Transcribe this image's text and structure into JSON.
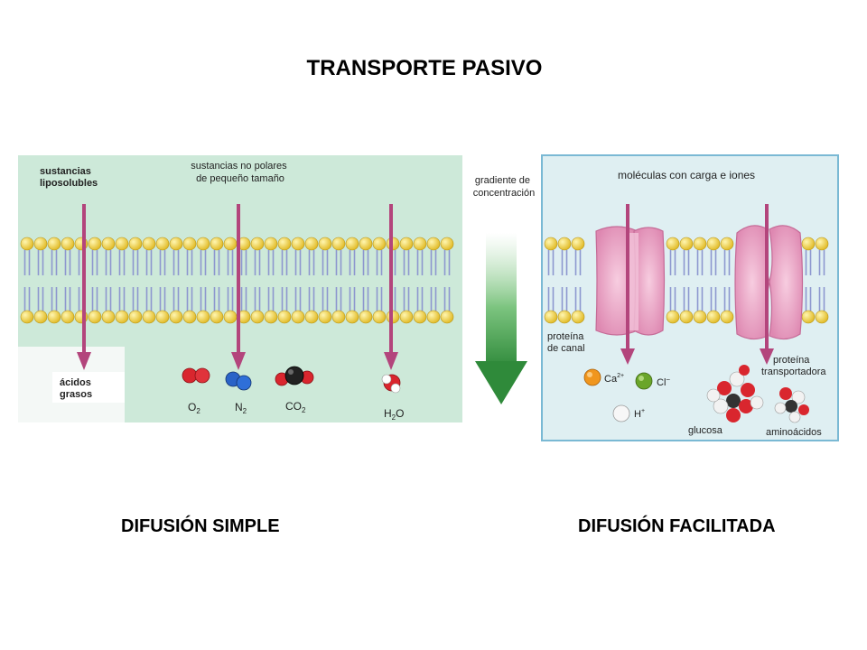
{
  "title": "TRANSPORTE PASIVO",
  "left_panel": {
    "caption": "DIFUSIÓN SIMPLE",
    "label_lipo": [
      "sustancias",
      "liposolubles"
    ],
    "label_nonpolar": [
      "sustancias no polares",
      "de pequeño tamaño"
    ],
    "label_fatty": [
      "ácidos",
      "grasos"
    ],
    "molecules": [
      {
        "main": "O",
        "sub": "2"
      },
      {
        "main": "N",
        "sub": "2"
      },
      {
        "main": "CO",
        "sub": "2"
      },
      {
        "main": "H",
        "sub": "2",
        "tail": "O"
      }
    ]
  },
  "gradient": {
    "label": [
      "gradiente de",
      "concentración"
    ]
  },
  "right_panel": {
    "caption": "DIFUSIÓN FACILITADA",
    "label_top": "moléculas con carga e iones",
    "label_channel": [
      "proteína",
      "de canal"
    ],
    "label_carrier": [
      "proteína",
      "transportadora"
    ],
    "ions": [
      {
        "main": "Ca",
        "sup": "2+"
      },
      {
        "main": "Cl",
        "sup": "−"
      },
      {
        "main": "H",
        "sup": "+"
      }
    ],
    "label_glucose": "glucosa",
    "label_amino": "aminoácidos"
  },
  "colors": {
    "panel_left": "#cde9d9",
    "panel_right": "#dfeff2",
    "panel_border": "#7ab9d4",
    "lipid_head": "#f2d64a",
    "lipid_tail": "#8d97cf",
    "arrow": "#b3457c",
    "protein": "#eeaccb",
    "gradient_arrow": "#3e9a45"
  }
}
